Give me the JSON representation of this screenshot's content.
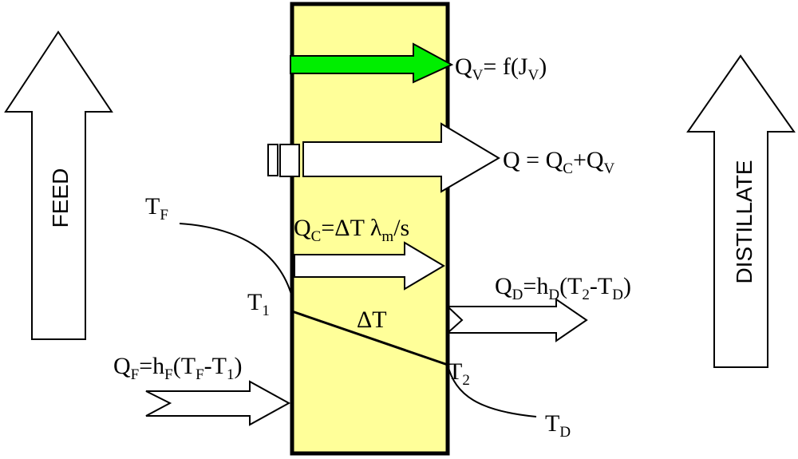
{
  "colors": {
    "membrane_fill": "#ffff99",
    "vapor_arrow_fill": "#00ee00",
    "outline": "#000000",
    "background": "#ffffff"
  },
  "side_labels": {
    "feed": "FEED",
    "distillate": "DISTILLATE"
  },
  "labels": {
    "qv": {
      "main": "Q",
      "sub": "V",
      "rest": "= f(J",
      "sub2": "V",
      "close": ")"
    },
    "q": {
      "main": "Q = Q",
      "sub": "C",
      "rest": "+Q",
      "sub2": "V"
    },
    "qc": {
      "main": "Q",
      "sub": "C",
      "rest": "=ΔT λ",
      "sub2": "m",
      "close": "/s"
    },
    "qd": {
      "main": "Q",
      "sub": "D",
      "rest": "=h",
      "sub2": "D",
      "rest2": "(T",
      "sub3": "2",
      "rest3": "-T",
      "sub4": "D",
      "close": ")"
    },
    "qf": {
      "main": "Q",
      "sub": "F",
      "rest": "=h",
      "sub2": "F",
      "rest2": "(T",
      "sub3": "F",
      "rest3": "-T",
      "sub4": "1",
      "close": ")"
    },
    "tf": {
      "main": "T",
      "sub": "F"
    },
    "t1": {
      "main": "T",
      "sub": "1"
    },
    "t2": {
      "main": "T",
      "sub": "2"
    },
    "td": {
      "main": "T",
      "sub": "D"
    },
    "delta_t": "ΔT"
  }
}
